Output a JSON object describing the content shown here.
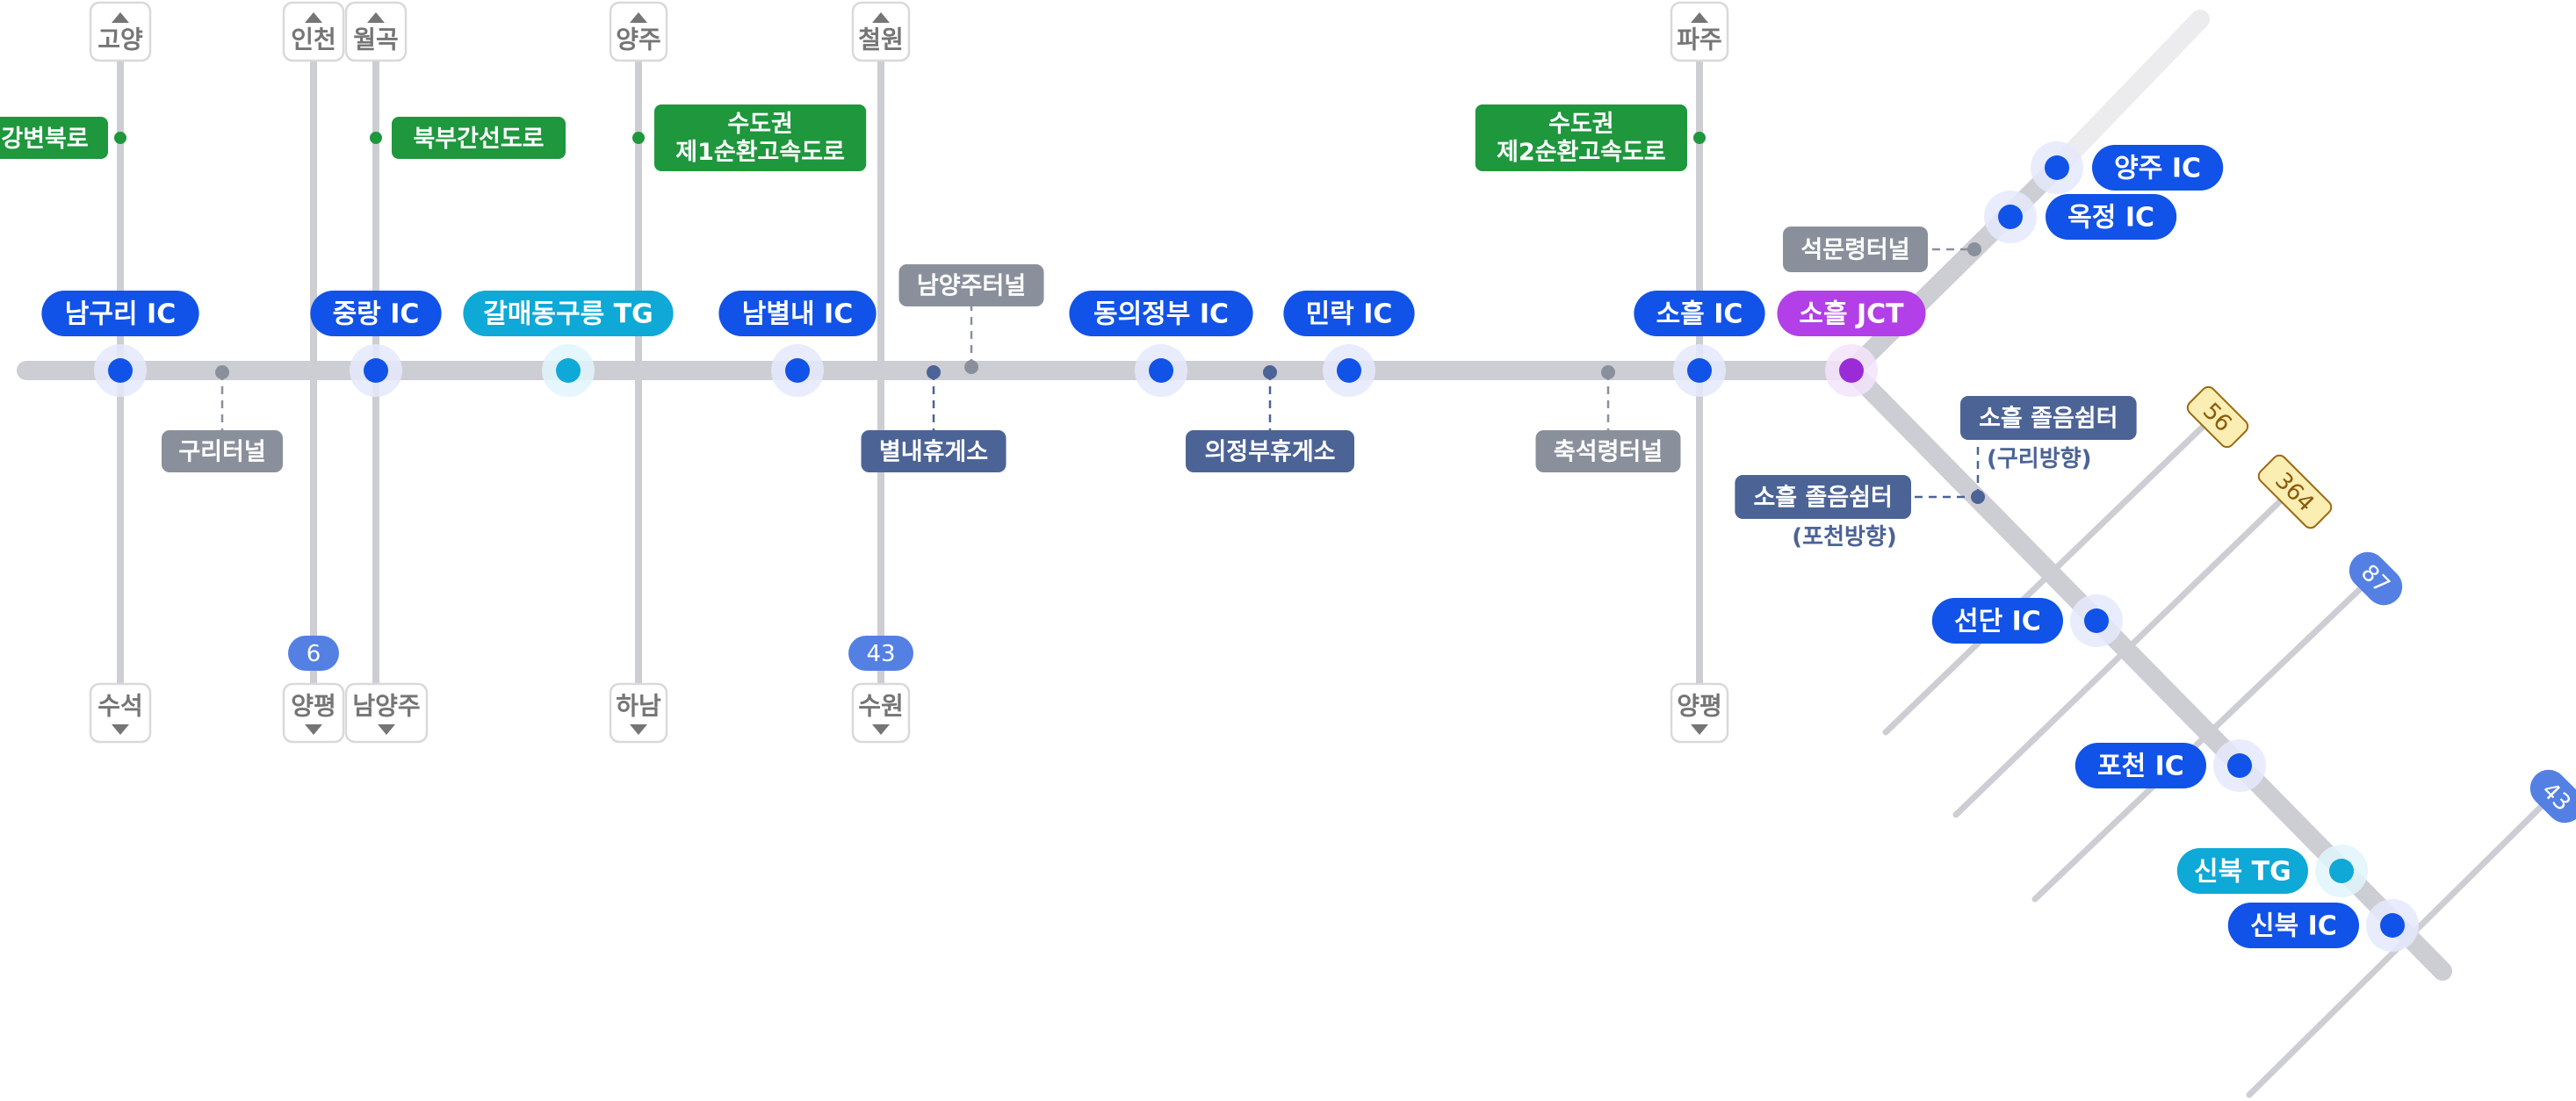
{
  "colors": {
    "road": "#cdcdd4",
    "road_faded": "#ececee",
    "ic": "#1152e8",
    "ic_halo": "#e4e9fb",
    "tg": "#0ea9d6",
    "tg_halo": "#e1f5fb",
    "jct": "#b23fe8",
    "jct_dot": "#9b2bd6",
    "jct_halo": "#f3e4fb",
    "connector_road": "#1e973d",
    "tunnel": "#8a909b",
    "rest_area": "#4c6396",
    "sign_border": "#d9d9dc",
    "sign_text": "#757575",
    "route_blue": "#5480e4",
    "route_yellow_bg": "#fbeeb3",
    "route_yellow_border": "#9b6a10",
    "route_yellow_text": "#8a5a0a"
  },
  "main_line": {
    "nodes": [
      {
        "id": "namguri",
        "label": "남구리 IC",
        "type": "ic"
      },
      {
        "id": "jungnang",
        "label": "중랑 IC",
        "type": "ic"
      },
      {
        "id": "galmae",
        "label": "갈매동구릉 TG",
        "type": "tg"
      },
      {
        "id": "nambyeollae",
        "label": "남별내 IC",
        "type": "ic"
      },
      {
        "id": "donguijeongbu",
        "label": "동의정부 IC",
        "type": "ic"
      },
      {
        "id": "minrak",
        "label": "민락 IC",
        "type": "ic"
      },
      {
        "id": "soheul_ic",
        "label": "소흘 IC",
        "type": "ic"
      },
      {
        "id": "soheul_jct",
        "label": "소흘 JCT",
        "type": "jct"
      }
    ],
    "facilities": [
      {
        "id": "guri_tunnel",
        "label": "구리터널",
        "type": "tunnel"
      },
      {
        "id": "byeollae_rest",
        "label": "별내휴게소",
        "type": "rest"
      },
      {
        "id": "namyangju_tunnel",
        "label": "남양주터널",
        "type": "tunnel"
      },
      {
        "id": "uijeongbu_rest",
        "label": "의정부휴게소",
        "type": "rest"
      },
      {
        "id": "chukseokryeong_tunnel",
        "label": "축석령터널",
        "type": "tunnel"
      }
    ]
  },
  "north_branch": {
    "nodes": [
      {
        "id": "okjeong",
        "label": "옥정 IC",
        "type": "ic"
      },
      {
        "id": "yangju_ic",
        "label": "양주 IC",
        "type": "ic"
      }
    ],
    "facilities": [
      {
        "id": "seokmun_tunnel",
        "label": "석문령터널",
        "type": "tunnel"
      }
    ]
  },
  "south_branch": {
    "nodes": [
      {
        "id": "seondan",
        "label": "선단 IC",
        "type": "ic"
      },
      {
        "id": "pocheon",
        "label": "포천 IC",
        "type": "ic"
      },
      {
        "id": "sinbuk_tg",
        "label": "신북 TG",
        "type": "tg"
      },
      {
        "id": "sinbuk_ic",
        "label": "신북 IC",
        "type": "ic"
      }
    ],
    "facilities": [
      {
        "id": "rest_guri",
        "label": "소흘 졸음쉼터",
        "sublabel": "(구리방향)",
        "type": "rest"
      },
      {
        "id": "rest_pocheon",
        "label": "소흘 졸음쉼터",
        "sublabel": "(포천방향)",
        "type": "rest"
      }
    ]
  },
  "cross_roads": [
    {
      "id": "cr_namguri",
      "top": "고양",
      "bottom": "수석",
      "connector": "강변북로"
    },
    {
      "id": "cr_incheon",
      "top": "인천",
      "bottom": "양평",
      "route": "6"
    },
    {
      "id": "cr_jungnang",
      "top": "월곡",
      "bottom": "남양주",
      "connector": "북부간선도로"
    },
    {
      "id": "cr_yangju",
      "top": "양주",
      "bottom": "하남",
      "connector": "수도권\n제1순환고속도로"
    },
    {
      "id": "cr_cheorwon",
      "top": "철원",
      "bottom": "수원",
      "route": "43"
    },
    {
      "id": "cr_paju",
      "top": "파주",
      "bottom": "양평",
      "connector": "수도권\n제2순환고속도로"
    }
  ],
  "diagonal_routes": [
    {
      "id": "dr_56",
      "route": "56",
      "style": "yellow"
    },
    {
      "id": "dr_364",
      "route": "364",
      "style": "yellow"
    },
    {
      "id": "dr_87",
      "route": "87",
      "style": "blue"
    },
    {
      "id": "dr_43",
      "route": "43",
      "style": "blue"
    }
  ]
}
